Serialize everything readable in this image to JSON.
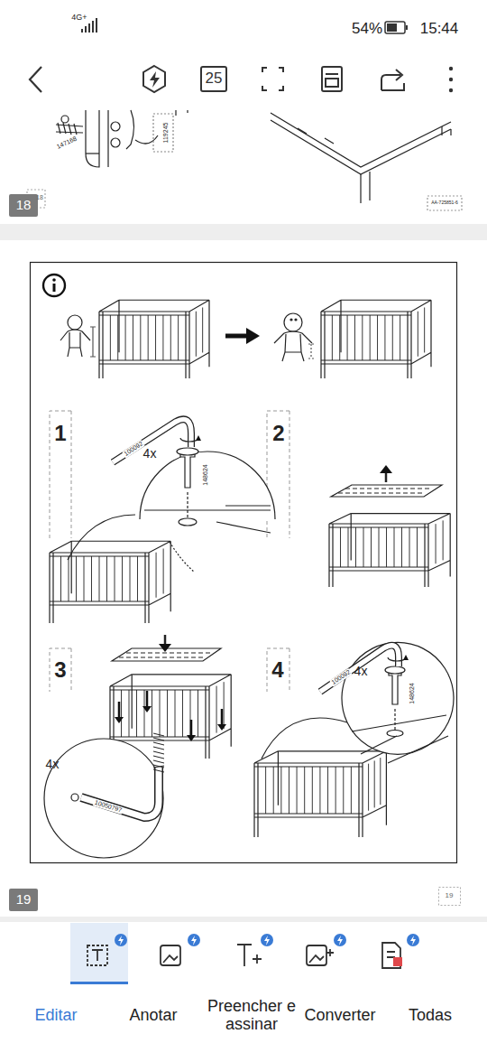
{
  "diagram": {
    "nodes": [
      {
        "text": [
          "25"
        ]
      },
      {
        "text": [
          "18"
        ]
      },
      {
        "text": [
          "19"
        ]
      }
    ],
    "labels": [
      "4G+",
      "54%",
      "15:44",
      "147168",
      "119245",
      "AA-725851-6",
      "18",
      "1",
      "4x",
      "100092",
      "148624",
      "2",
      "3",
      "4x",
      "10050797",
      "4",
      "4x",
      "100092",
      "148624",
      "19",
      "Editar",
      "Anotar",
      "Preencher e assinar",
      "Converter",
      "Todas"
    ]
  }
}
